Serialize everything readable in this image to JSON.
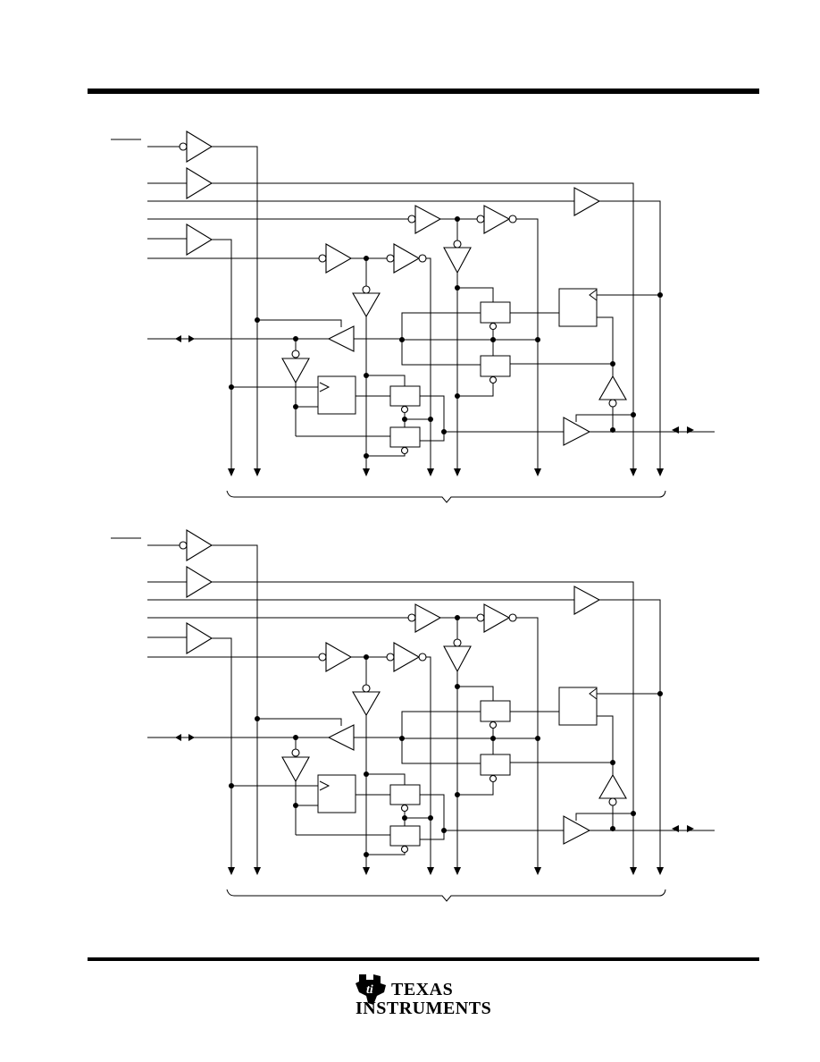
{
  "header": {
    "rule": "top-rule"
  },
  "diagrams": [
    {
      "id": "logic-diagram-1"
    },
    {
      "id": "logic-diagram-2"
    }
  ],
  "footer": {
    "logo_line1": "TEXAS",
    "logo_line2": "INSTRUMENTS",
    "logo_mark": "ti-state-logo-icon"
  }
}
